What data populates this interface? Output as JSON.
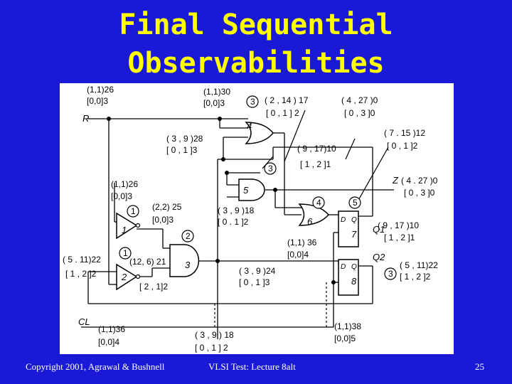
{
  "slide": {
    "title_line1": "Final Sequential",
    "title_line2": "Observabilities",
    "page_number": "25"
  },
  "footer": {
    "copyright": "Copyright 2001, Agrawal & Bushnell",
    "lecture": "VLSI Test: Lecture 8alt"
  },
  "signals": {
    "R": "R",
    "CL": "CL",
    "Z": "Z",
    "Q1": "Q1",
    "Q2": "Q2"
  },
  "gates": {
    "g1": "1",
    "g2": "2",
    "g3": "3",
    "g4": "4",
    "g5": "5",
    "g6": "6",
    "g7": "7",
    "g8": "8"
  },
  "flipflop_pins": {
    "ff7_d": "D",
    "ff7_q": "Q",
    "ff8_d": "D",
    "ff8_q": "Q"
  },
  "circles": {
    "c_top3": "3",
    "c_mid3": "3",
    "c_4": "4",
    "c_5": "5",
    "c_1a": "1",
    "c_2": "2",
    "c_1b": "1",
    "c_3b": "3"
  },
  "annotations": {
    "r_cc": "(1,1)26",
    "r_sc": "[0,0]3",
    "top_cc": "(1,1)30",
    "top_sc": "[0,0]3",
    "g4in_cc": "( 2 , 14 ) 17",
    "g4in_sc": "[ 0 , 1 ] 2",
    "z_top_cc": "( 4 , 27 )0",
    "z_top_sc": "[ 0 , 3 ]0",
    "g4out_cc": "( 3 , 9 )28",
    "g4out_sc": "[ 0 , 1 ]3",
    "q1in_cc": "( 7 . 15 )12",
    "q1in_sc": "[ 0 , 1 ]2",
    "g5in_cc": "( 9 , 17)10",
    "g5in_sc": "[ 1 , 2 ]1",
    "z_cc": "( 4 . 27 )0",
    "z_sc": "[ 0 , 3 ]0",
    "g1in_cc": "(1,1)26",
    "g1in_sc": "[0,0]3",
    "g1out_cc": "(2,2) 25",
    "g1out_sc": "[0,0]3",
    "g5out_cc": "( 3 , 9 )18",
    "g5out_sc": "[ 0 . 1 ]2",
    "q1_cc": "( 9 , 17 )10",
    "q1_sc": "[ 1 , 2 ]1",
    "g6in_cc": "(1,1) 36",
    "g6in_sc": "[0,0]4",
    "g2in_cc": "( 5 . 11)22",
    "g2in_sc": "[ 1 , 2 ]2",
    "g2out_cc": "(12, 6) 21",
    "g2out_sc": "[ 2 , 1]2",
    "g3out_cc": "( 3 , 9 )24",
    "g3out_sc": "[ 0 , 1 ]3",
    "q2_cc": "( 5 , 11)22",
    "q2_sc": "[ 1 , 2 ]2",
    "cl_cc": "(1,1)36",
    "cl_sc": "[0,0]4",
    "bot_cc": "( 3 , 9 ) 18",
    "bot_sc": "[ 0 , 1 ] 2",
    "ff8clk_cc": "(1,1)38",
    "ff8clk_sc": "[0,0]5"
  }
}
